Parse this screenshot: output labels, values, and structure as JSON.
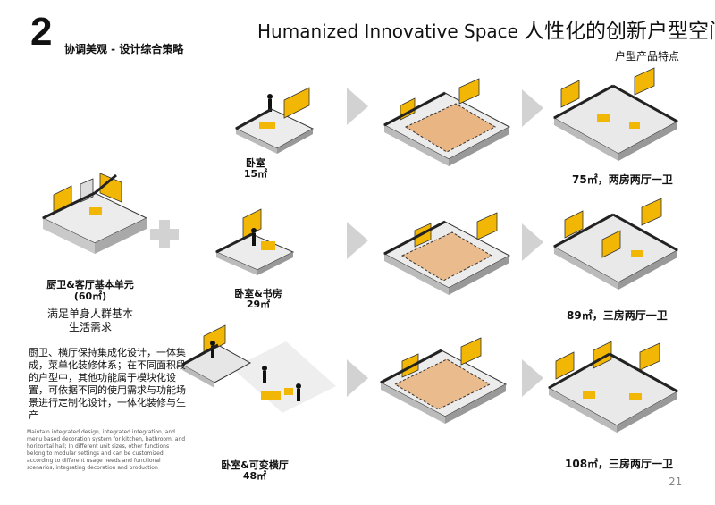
{
  "header": {
    "section_number": "2",
    "section_title": "协调美观 - 设计综合策略",
    "title_en": "Humanized Innovative Space",
    "title_cn": "人性化的创新户型空间",
    "subtitle": "户型产品特点"
  },
  "base_unit": {
    "label": "厨卫&客厅基本单元",
    "area": "(60㎡)",
    "desc_line1": "满足单身人群基本",
    "desc_line2": "生活需求"
  },
  "modules": [
    {
      "label": "卧室",
      "area": "15㎡"
    },
    {
      "label": "卧室&书房",
      "area": "29㎡"
    },
    {
      "label": "卧室&可变横厅",
      "area": "48㎡"
    }
  ],
  "results": [
    {
      "label": "75㎡，两房两厅一卫"
    },
    {
      "label": "89㎡，三房两厅一卫"
    },
    {
      "label": "108㎡，三房两厅一卫"
    }
  ],
  "strategy": {
    "cn": "厨卫、横厅保持集成化设计，一体集成，菜单化装修体系；在不同面积段的户型中，其他功能属于模块化设置，可依据不同的使用需求与功能场景进行定制化设计，一体化装修与生产",
    "en": "Maintain integrated design, integrated integration, and menu based decoration system for kitchen, bathroom, and horizontal hall; In different unit sizes, other functions belong to modular settings and can be customized according to different usage needs and functional scenarios, integrating decoration and production"
  },
  "page_number": "21",
  "colors": {
    "accent": "#f2b705",
    "wall": "#3a3a3a",
    "floor": "#e9e9e9",
    "highlight": "#e8892b",
    "arrow": "#d2d2d2"
  },
  "icons": [
    "plus-icon",
    "arrow-right-icon"
  ]
}
